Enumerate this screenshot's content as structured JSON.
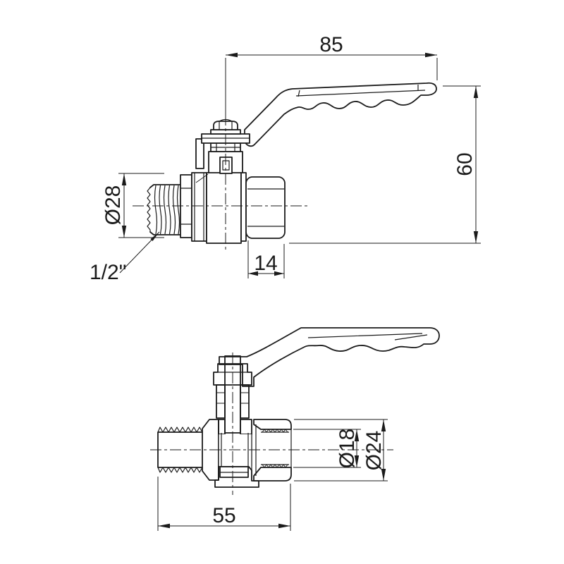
{
  "page": {
    "background": "#ffffff",
    "line_color": "#1b1b1b",
    "drawing_type": "ball-valve-technical-drawing"
  },
  "side_view": {
    "dims": {
      "handle_length": "85",
      "overall_height": "60",
      "flange_diameter": "Ø28",
      "coupling_length": "14"
    },
    "thread_size_label": "1/2\""
  },
  "section_view": {
    "dims": {
      "overall_length": "55",
      "bore_diameter": "Ø18",
      "outlet_diameter": "Ø24"
    }
  }
}
